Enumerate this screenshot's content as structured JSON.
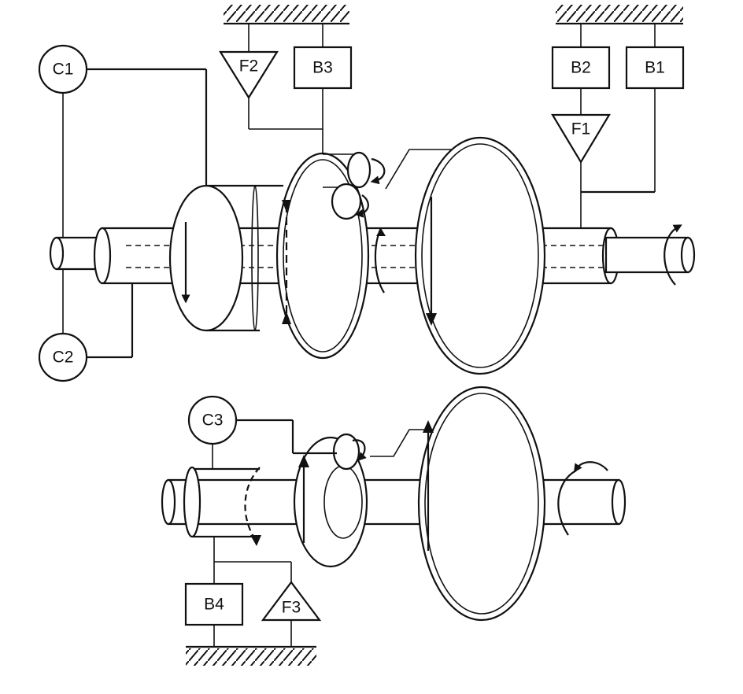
{
  "diagram": {
    "clutches": {
      "c1": "C1",
      "c2": "C2",
      "c3": "C3"
    },
    "brakes": {
      "b1": "B1",
      "b2": "B2",
      "b3": "B3",
      "b4": "B4"
    },
    "one_way_clutches": {
      "f1": "F1",
      "f2": "F2",
      "f3": "F3"
    }
  }
}
